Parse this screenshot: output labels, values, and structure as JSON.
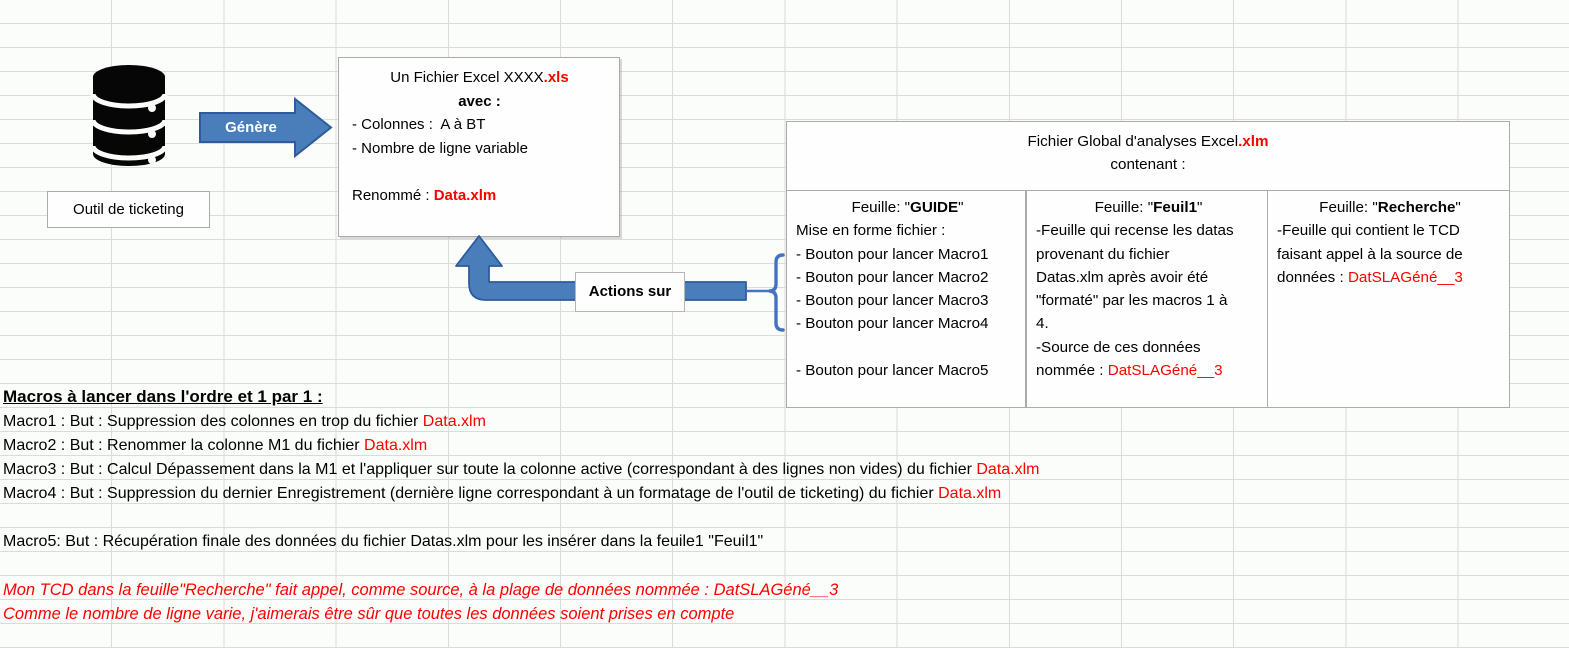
{
  "colors": {
    "accent_blue": "#4a7ebb",
    "arrow_border": "#2d5b9e",
    "brace_blue": "#4472c4",
    "red_text": "#fe0000",
    "grid_line": "#d9dcd9",
    "box_border": "#ababab"
  },
  "diagram": {
    "database_icon": "database-icon",
    "ticketing_box_label": "Outil de ticketing",
    "genere_arrow_label": "Génère",
    "actions_arrow_label": "Actions sur",
    "excel_file_box": {
      "title": "Un Fichier Excel XXXX",
      "title_ext": ".xls",
      "with_label": "avec :",
      "line1": "- Colonnes :  A à BT",
      "line2": "- Nombre de ligne variable",
      "renamed_prefix": "Renommé : ",
      "renamed_file": "Data.xlm"
    },
    "global_file_box": {
      "title": "Fichier Global d'analyses Excel",
      "title_ext": ".xlm",
      "subtitle": "contenant :",
      "sheet_guide": {
        "header_prefix": "Feuille: \"",
        "name": "GUIDE",
        "header_suffix": "\"",
        "lines": [
          "Mise en forme fichier :",
          "- Bouton pour lancer Macro1",
          "- Bouton pour lancer Macro2",
          "- Bouton pour lancer Macro3",
          "- Bouton pour lancer Macro4"
        ],
        "last_line": "- Bouton pour lancer Macro5"
      },
      "sheet_feuil1": {
        "header_prefix": "Feuille: \"",
        "name": "Feuil1",
        "header_suffix": "\"",
        "lines": [
          "-Feuille qui recense les datas",
          "provenant du fichier",
          "Datas.xlm après avoir été",
          "\"formaté\" par les macros 1 à",
          "4.",
          "-Source de ces données"
        ],
        "source_prefix": "nommée : ",
        "source_value": "DatSLAGéné__3"
      },
      "sheet_recherche": {
        "header_prefix": "Feuille: \"",
        "name": "Recherche",
        "header_suffix": "\"",
        "lines": [
          "-Feuille qui contient le TCD",
          "faisant appel à la source de"
        ],
        "source_prefix": "données : ",
        "source_value": "DatSLAGéné__3"
      }
    }
  },
  "notes": {
    "heading": "Macros à lancer dans l'ordre et 1 par 1 : ",
    "macros": [
      {
        "text": "Macro1 : But : Suppression des colonnes en trop du fichier ",
        "file": "Data.xlm"
      },
      {
        "text": "Macro2 : But : Renommer la colonne M1 du fichier ",
        "file": "Data.xlm"
      },
      {
        "text": "Macro3 : But : Calcul Dépassement dans la M1 et l'appliquer sur toute la colonne active (correspondant à des lignes non vides) du fichier ",
        "file": "Data.xlm"
      },
      {
        "text": "Macro4 : But : Suppression du dernier Enregistrement (dernière ligne correspondant à un formatage de l'outil de ticketing) du fichier ",
        "file": "Data.xlm"
      }
    ],
    "macro5": "Macro5: But : Récupération finale des données du fichier Datas.xlm pour les insérer dans la feuile1 \"Feuil1\"",
    "red_note1": "Mon TCD dans la feuille\"Recherche\" fait appel, comme source, à la plage de données nommée : DatSLAGéné__3",
    "red_note2": "Comme le nombre de ligne varie, j'aimerais être sûr que toutes les données soient prises en compte"
  }
}
